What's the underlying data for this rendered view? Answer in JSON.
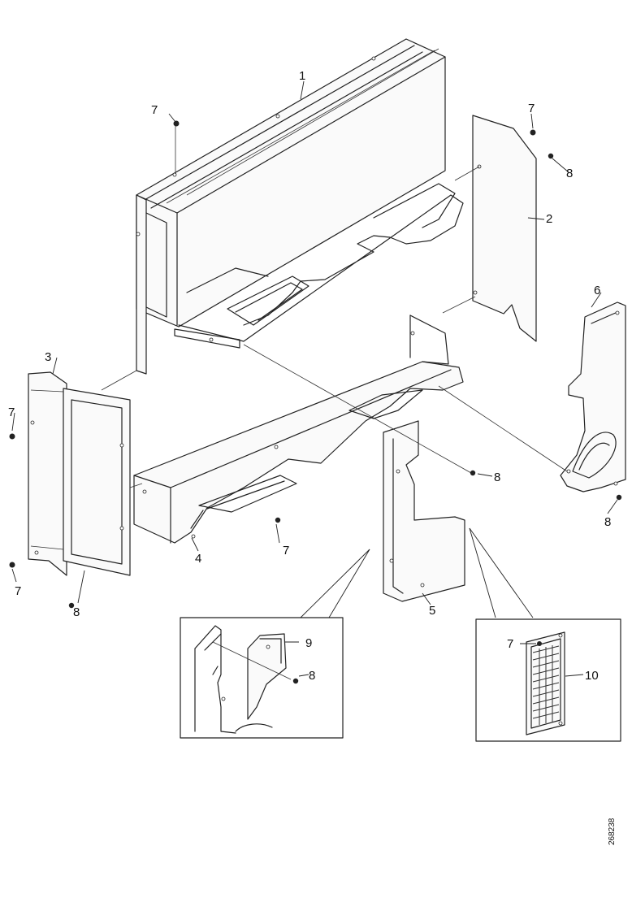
{
  "figure_id": "268238",
  "callouts": {
    "c1": "1",
    "c2": "2",
    "c3": "3",
    "c4": "4",
    "c5": "5",
    "c6": "6",
    "c7": "7",
    "c8": "8",
    "c9": "9",
    "c10": "10"
  }
}
